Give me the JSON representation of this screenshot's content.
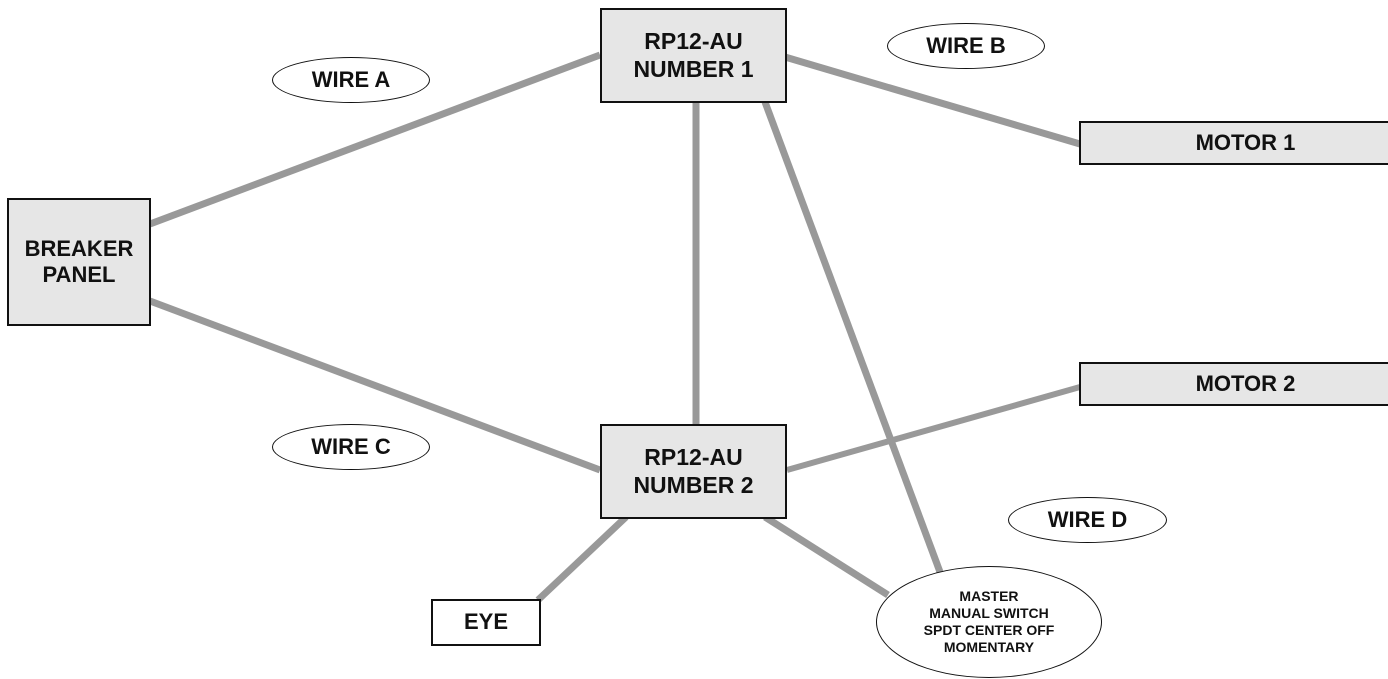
{
  "colors": {
    "wire": "#999999",
    "box_fill": "#e6e6e6",
    "border": "#111111",
    "text": "#111111"
  },
  "nodes": {
    "rp1": {
      "label": "RP12-AU\nNUMBER 1"
    },
    "rp2": {
      "label": "RP12-AU\nNUMBER 2"
    },
    "breaker": {
      "label": "BREAKER\nPANEL"
    },
    "motor1": {
      "label": "MOTOR 1"
    },
    "motor2": {
      "label": "MOTOR 2"
    },
    "eye": {
      "label": "EYE"
    },
    "master": {
      "label": "MASTER\nMANUAL SWITCH\nSPDT CENTER OFF\nMOMENTARY"
    }
  },
  "wire_labels": {
    "a": "WIRE A",
    "b": "WIRE B",
    "c": "WIRE C",
    "d": "WIRE D"
  },
  "connections": [
    {
      "from": "breaker",
      "to": "rp1"
    },
    {
      "from": "breaker",
      "to": "rp2"
    },
    {
      "from": "rp1",
      "to": "motor1"
    },
    {
      "from": "rp1",
      "to": "rp2"
    },
    {
      "from": "rp1",
      "to": "master"
    },
    {
      "from": "rp2",
      "to": "motor2"
    },
    {
      "from": "rp2",
      "to": "eye"
    },
    {
      "from": "rp2",
      "to": "master"
    }
  ]
}
